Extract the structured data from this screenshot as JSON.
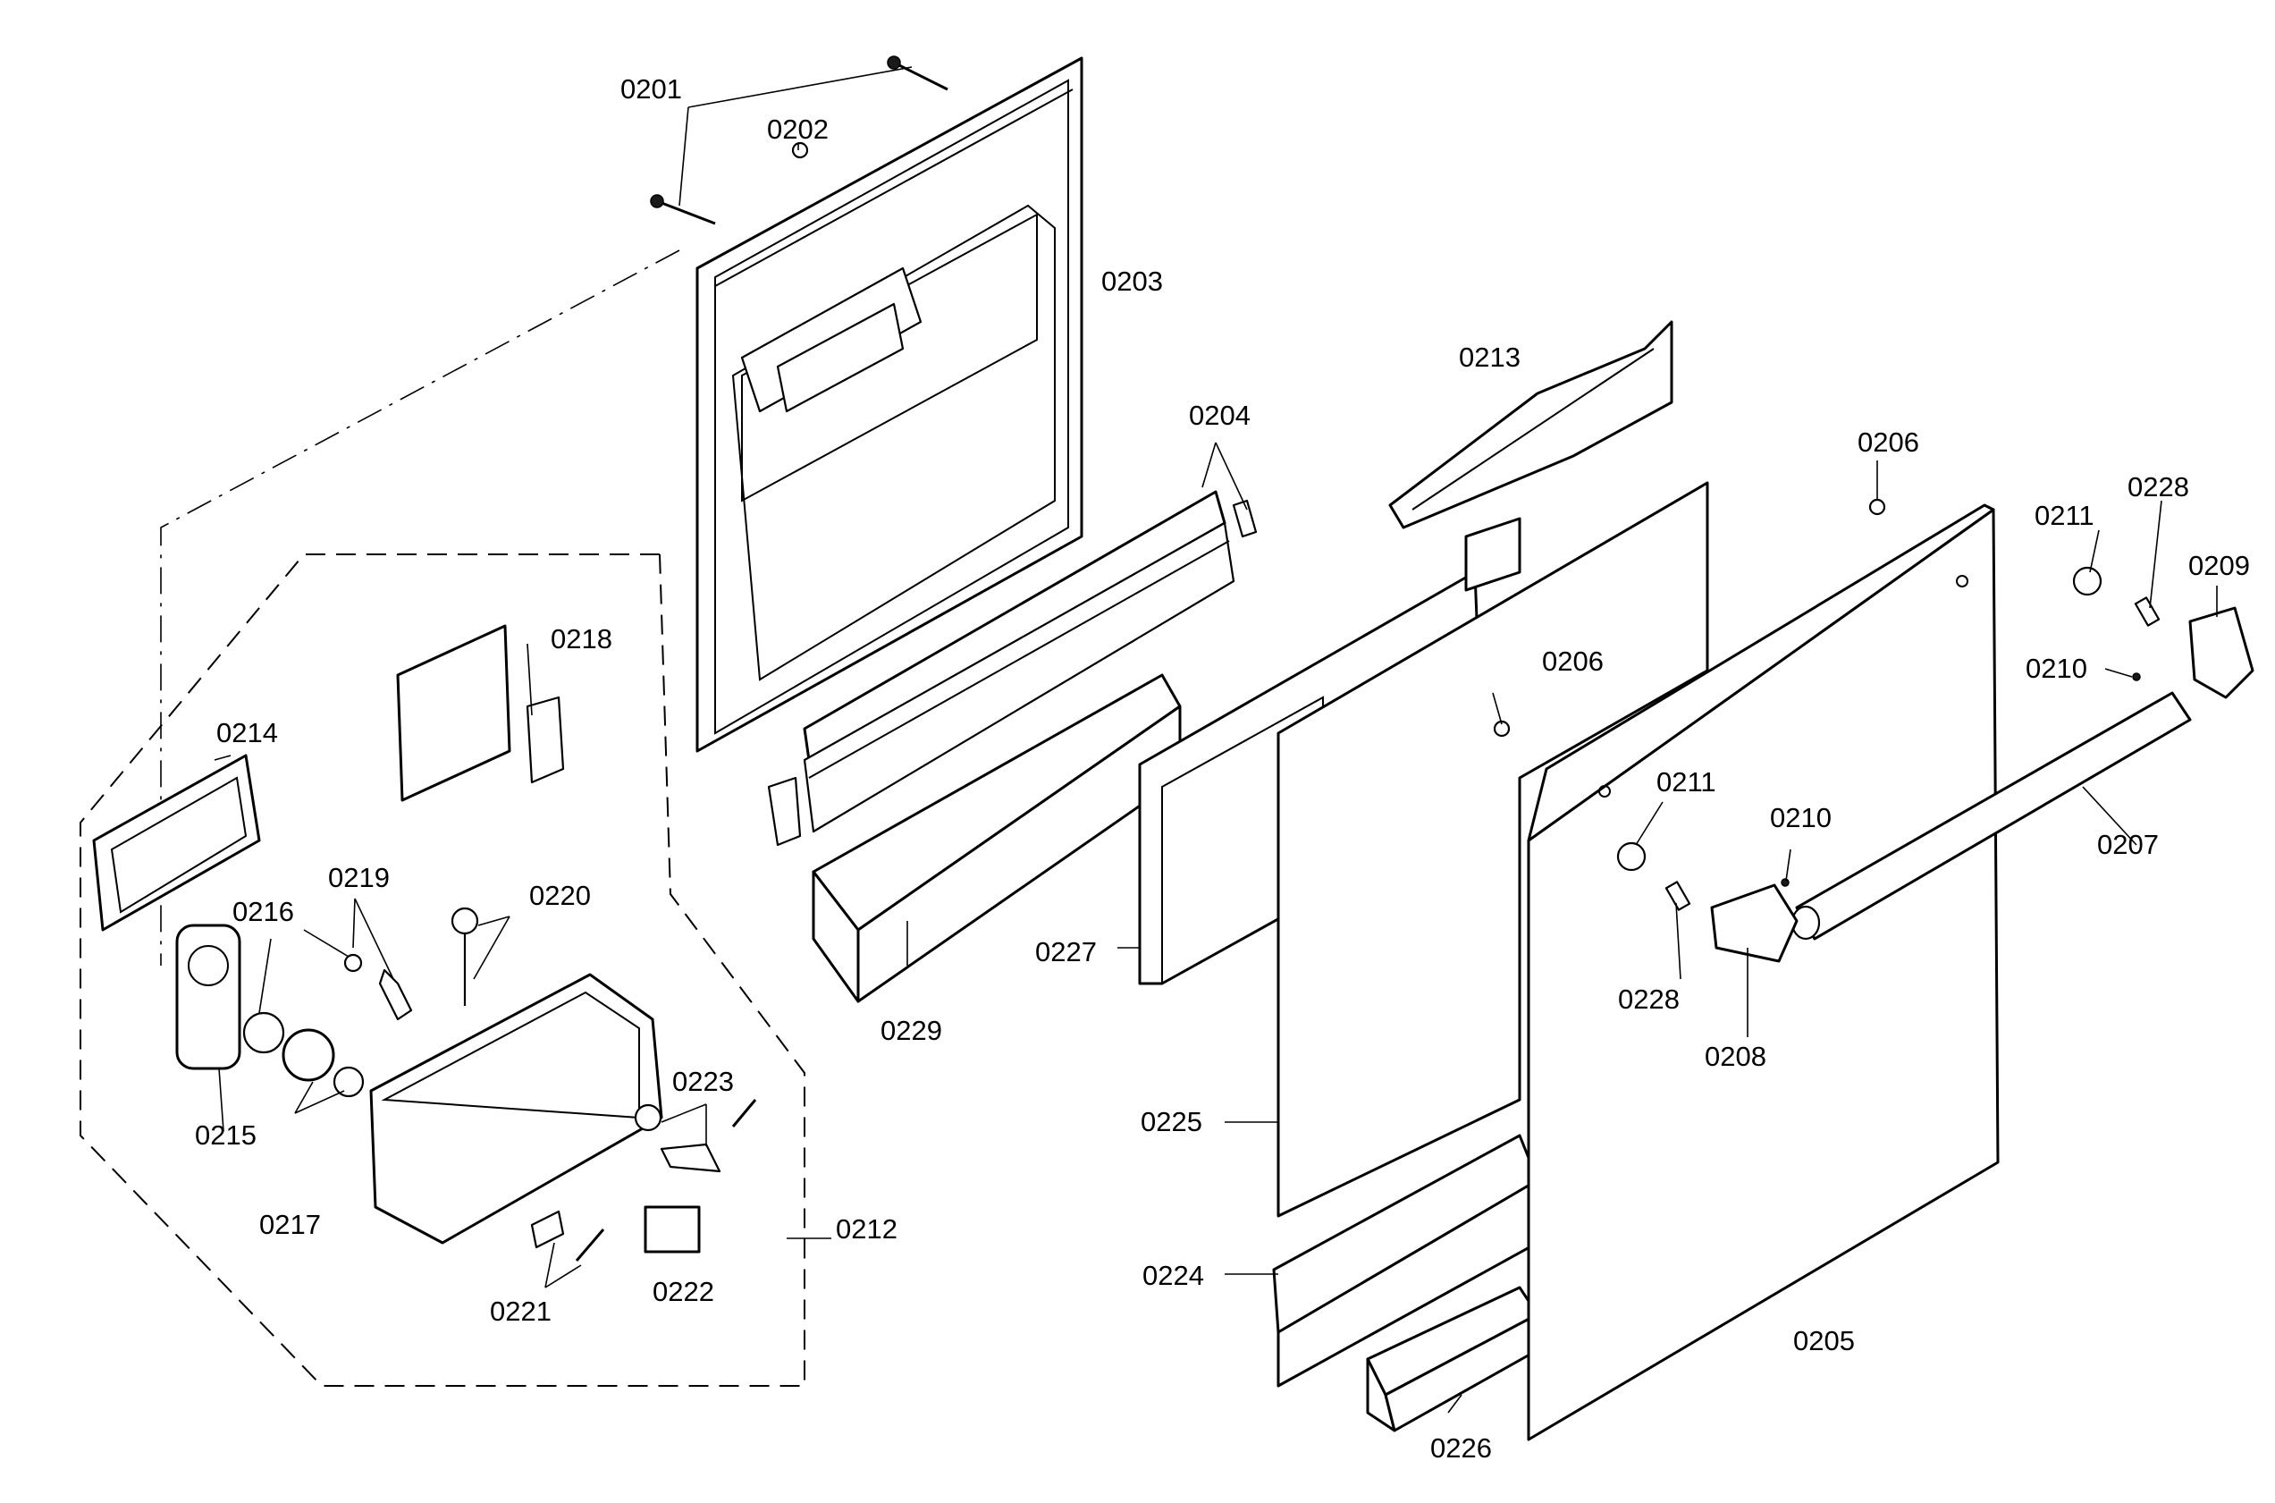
{
  "labels": {
    "p0201": "0201",
    "p0202": "0202",
    "p0203": "0203",
    "p0204": "0204",
    "p0205": "0205",
    "p0206a": "0206",
    "p0206b": "0206",
    "p0207": "0207",
    "p0208": "0208",
    "p0209": "0209",
    "p0210a": "0210",
    "p0210b": "0210",
    "p0211a": "0211",
    "p0211b": "0211",
    "p0212": "0212",
    "p0213": "0213",
    "p0214": "0214",
    "p0215": "0215",
    "p0216": "0216",
    "p0217": "0217",
    "p0218": "0218",
    "p0219": "0219",
    "p0220": "0220",
    "p0221": "0221",
    "p0222": "0222",
    "p0223": "0223",
    "p0224": "0224",
    "p0225": "0225",
    "p0226": "0226",
    "p0227": "0227",
    "p0228a": "0228",
    "p0228b": "0228",
    "p0229": "0229"
  }
}
